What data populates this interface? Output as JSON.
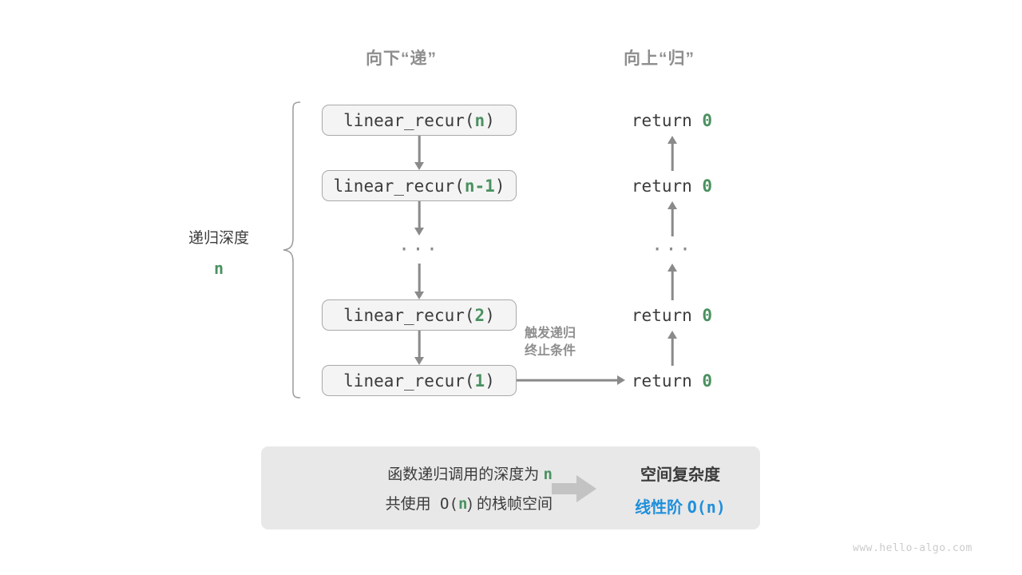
{
  "headers": {
    "descend": "向下“递”",
    "ascend": "向上“归”"
  },
  "depth": {
    "label": "递归深度",
    "value": "n"
  },
  "call_stack": [
    {
      "prefix": "linear_recur(",
      "arg": "n",
      "suffix": ")"
    },
    {
      "prefix": "linear_recur(",
      "arg": "n-1",
      "suffix": ")"
    },
    {
      "prefix": "linear_recur(",
      "arg": "2",
      "suffix": ")"
    },
    {
      "prefix": "linear_recur(",
      "arg": "1",
      "suffix": ")"
    }
  ],
  "ellipsis": "···",
  "returns": [
    {
      "keyword": "return",
      "value": "0"
    },
    {
      "keyword": "return",
      "value": "0"
    },
    {
      "keyword": "return",
      "value": "0"
    },
    {
      "keyword": "return",
      "value": "0"
    }
  ],
  "trigger_note": {
    "line1": "触发递归",
    "line2": "终止条件"
  },
  "summary": {
    "line1_pre": "函数递归调用的深度为 ",
    "line1_var": "n",
    "line2_pre": "共使用 O(",
    "line2_var": "n",
    "line2_post": ") 的栈帧空间",
    "result_title": "空间复杂度",
    "result_value_label": "线性阶 ",
    "result_value_expr": "O(n)"
  },
  "watermark": "www.hello-algo.com",
  "colors": {
    "green": "#4a9160",
    "blue": "#1f8fdb",
    "gray_text": "#3b3b3b",
    "gray_muted": "#8e8e8e",
    "arrow": "#8a8a8a",
    "box_fill": "#f4f4f4",
    "box_border": "#a9a9a9",
    "panel_fill": "#e8e8e8",
    "block_arrow": "#c3c3c3"
  }
}
